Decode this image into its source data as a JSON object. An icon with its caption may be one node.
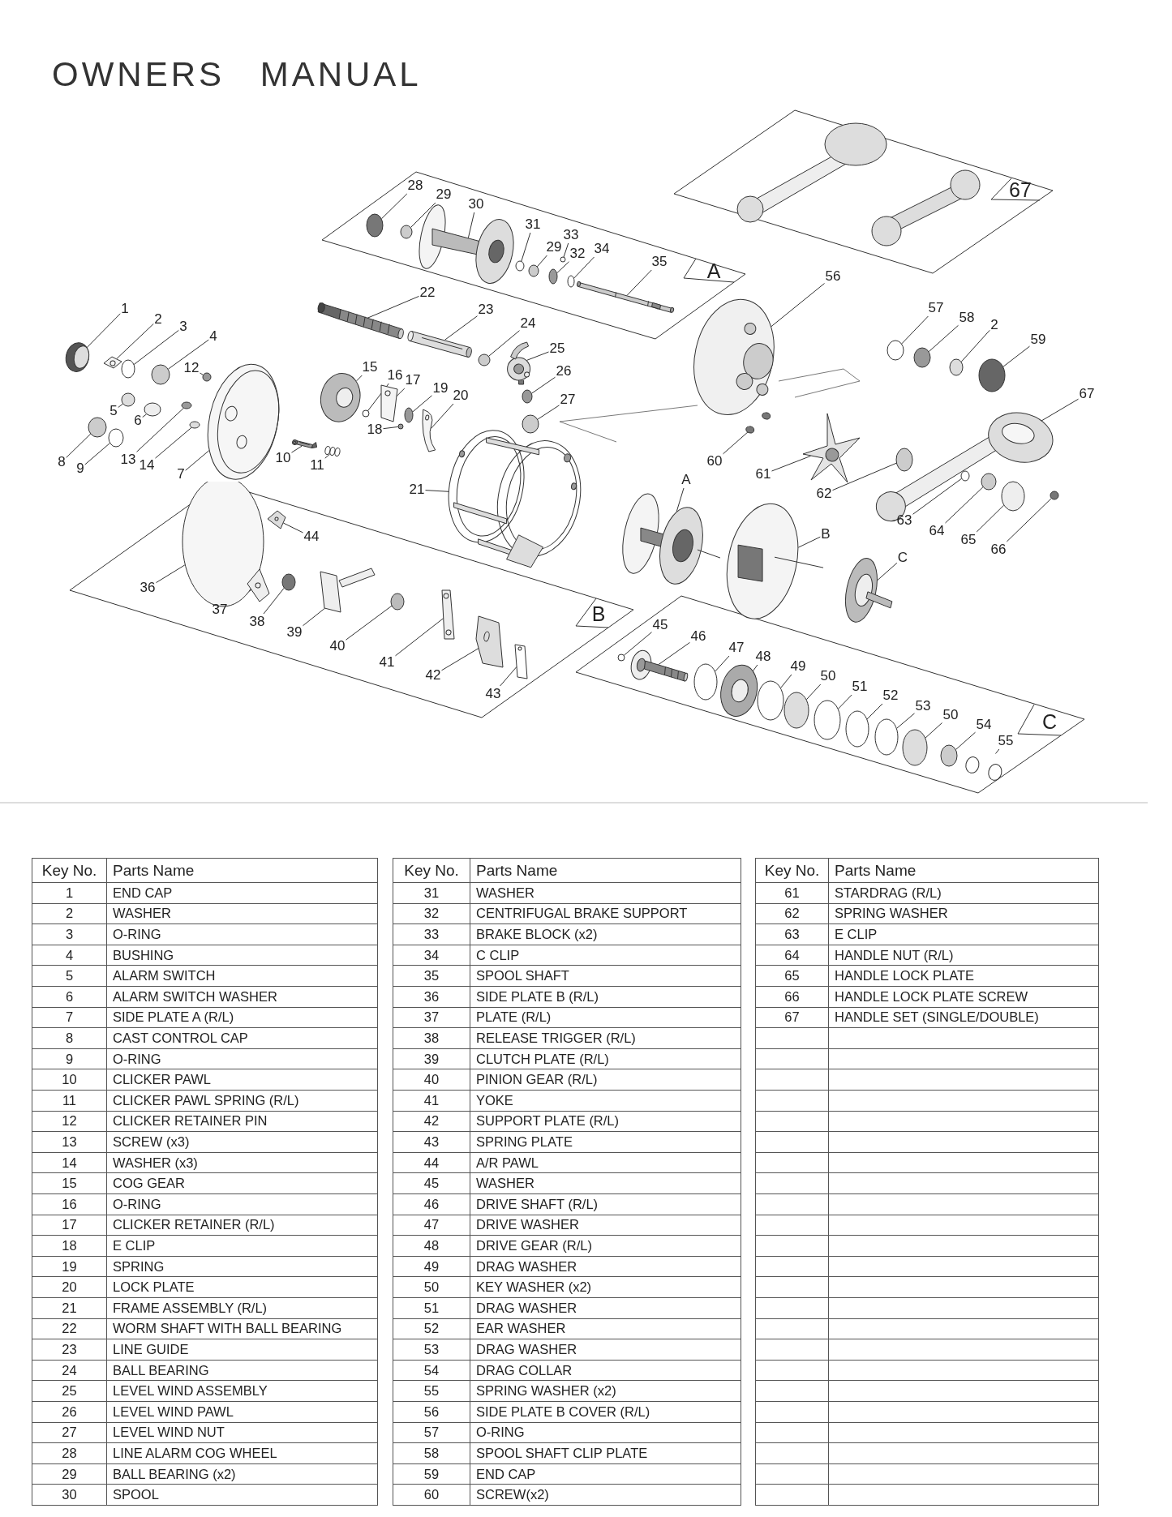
{
  "diagram": {
    "title": "OWNERS MANUAL",
    "nodes": [
      {
        "text": [
          "67"
        ]
      },
      {
        "text": [
          "A"
        ]
      },
      {
        "text": [
          "B"
        ]
      },
      {
        "text": [
          "C"
        ]
      },
      {
        "text": [
          "28"
        ],
        "in": 1
      },
      {
        "text": [
          "29"
        ],
        "in": 1
      },
      {
        "text": [
          "30"
        ],
        "in": 1
      },
      {
        "text": [
          "31"
        ],
        "in": 1
      },
      {
        "text": [
          "33"
        ],
        "in": 1
      },
      {
        "text": [
          "29"
        ],
        "in": 1
      },
      {
        "text": [
          "32"
        ],
        "in": 1
      },
      {
        "text": [
          "34"
        ],
        "in": 1
      },
      {
        "text": [
          "35"
        ],
        "in": 1
      },
      {
        "text": [
          "22"
        ]
      },
      {
        "text": [
          "23"
        ]
      },
      {
        "text": [
          "24"
        ]
      },
      {
        "text": [
          "25"
        ]
      },
      {
        "text": [
          "26"
        ]
      },
      {
        "text": [
          "27"
        ]
      },
      {
        "text": [
          "56"
        ]
      },
      {
        "text": [
          "57"
        ]
      },
      {
        "text": [
          "58"
        ]
      },
      {
        "text": [
          "2"
        ]
      },
      {
        "text": [
          "59"
        ]
      },
      {
        "text": [
          "1"
        ]
      },
      {
        "text": [
          "2"
        ]
      },
      {
        "text": [
          "3"
        ]
      },
      {
        "text": [
          "4"
        ]
      },
      {
        "text": [
          "12"
        ]
      },
      {
        "text": [
          "15"
        ]
      },
      {
        "text": [
          "16"
        ]
      },
      {
        "text": [
          "17"
        ]
      },
      {
        "text": [
          "19"
        ]
      },
      {
        "text": [
          "20"
        ]
      },
      {
        "text": [
          "5"
        ]
      },
      {
        "text": [
          "6"
        ]
      },
      {
        "text": [
          "18"
        ]
      },
      {
        "text": [
          "67"
        ]
      },
      {
        "text": [
          "8"
        ]
      },
      {
        "text": [
          "9"
        ]
      },
      {
        "text": [
          "13"
        ]
      },
      {
        "text": [
          "14"
        ]
      },
      {
        "text": [
          "7"
        ]
      },
      {
        "text": [
          "10"
        ]
      },
      {
        "text": [
          "11"
        ]
      },
      {
        "text": [
          "60"
        ]
      },
      {
        "text": [
          "61"
        ]
      },
      {
        "text": [
          "62"
        ]
      },
      {
        "text": [
          "21"
        ]
      },
      {
        "text": [
          "A"
        ]
      },
      {
        "text": [
          "63"
        ]
      },
      {
        "text": [
          "64"
        ]
      },
      {
        "text": [
          "65"
        ]
      },
      {
        "text": [
          "66"
        ]
      },
      {
        "text": [
          "B"
        ]
      },
      {
        "text": [
          "C"
        ]
      },
      {
        "text": [
          "44"
        ],
        "in": 2
      },
      {
        "text": [
          "36"
        ],
        "in": 2
      },
      {
        "text": [
          "37"
        ],
        "in": 2
      },
      {
        "text": [
          "38"
        ],
        "in": 2
      },
      {
        "text": [
          "39"
        ],
        "in": 2
      },
      {
        "text": [
          "40"
        ],
        "in": 2
      },
      {
        "text": [
          "41"
        ],
        "in": 2
      },
      {
        "text": [
          "42"
        ],
        "in": 2
      },
      {
        "text": [
          "43"
        ],
        "in": 2
      },
      {
        "text": [
          "45"
        ],
        "in": 3
      },
      {
        "text": [
          "46"
        ],
        "in": 3
      },
      {
        "text": [
          "47"
        ],
        "in": 3
      },
      {
        "text": [
          "48"
        ],
        "in": 3
      },
      {
        "text": [
          "49"
        ],
        "in": 3
      },
      {
        "text": [
          "50"
        ],
        "in": 3
      },
      {
        "text": [
          "51"
        ],
        "in": 3
      },
      {
        "text": [
          "52"
        ],
        "in": 3
      },
      {
        "text": [
          "53"
        ],
        "in": 3
      },
      {
        "text": [
          "50"
        ],
        "in": 3
      },
      {
        "text": [
          "54"
        ],
        "in": 3
      },
      {
        "text": [
          "55"
        ],
        "in": 3
      },
      {
        "text": [],
        "shape": "circle",
        "in": 1
      },
      {
        "text": [],
        "shape": "circle",
        "in": 1
      },
      {
        "text": [],
        "shape": "picture",
        "in": 1
      },
      {
        "text": [],
        "shape": "circle",
        "in": 1
      },
      {
        "text": [],
        "shape": "circle",
        "in": 1
      },
      {
        "text": [],
        "shape": "circle",
        "in": 1
      },
      {
        "text": [],
        "shape": "circle",
        "in": 1
      },
      {
        "text": [],
        "shape": "circle",
        "in": 1
      },
      {
        "text": [],
        "shape": "picture",
        "in": 1
      },
      {
        "text": [],
        "shape": "picture"
      },
      {
        "text": [],
        "shape": "picture"
      },
      {
        "text": [],
        "shape": "circle"
      },
      {
        "text": [],
        "shape": "picture"
      },
      {
        "text": [],
        "shape": "circle"
      },
      {
        "text": [],
        "shape": "circle"
      },
      {
        "text": [],
        "shape": "picture"
      },
      {
        "text": [],
        "shape": "circle"
      },
      {
        "text": [],
        "shape": "circle"
      },
      {
        "text": [],
        "shape": "circle"
      },
      {
        "text": [],
        "shape": "circle"
      },
      {
        "text": [],
        "shape": "picture"
      },
      {
        "text": [],
        "shape": "picture"
      },
      {
        "text": [],
        "shape": "circle"
      },
      {
        "text": [],
        "shape": "circle"
      },
      {
        "text": [],
        "shape": "circle"
      },
      {
        "text": [],
        "shape": "picture"
      },
      {
        "text": [],
        "shape": "circle"
      },
      {
        "text": [],
        "shape": "picture"
      },
      {
        "text": [],
        "shape": "circle"
      },
      {
        "text": [],
        "shape": "picture"
      },
      {
        "text": [],
        "shape": "circle"
      },
      {
        "text": [],
        "shape": "circle"
      },
      {
        "text": [],
        "shape": "circle"
      },
      {
        "text": [],
        "shape": "picture"
      },
      {
        "text": [],
        "shape": "circle"
      },
      {
        "text": [],
        "shape": "circle"
      },
      {
        "text": [],
        "shape": "circle"
      },
      {
        "text": [],
        "shape": "circle"
      },
      {
        "text": [],
        "shape": "picture"
      },
      {
        "text": [],
        "shape": "picture"
      },
      {
        "text": [],
        "shape": "picture"
      },
      {
        "text": [],
        "shape": "picture"
      },
      {
        "text": [],
        "shape": "picture"
      },
      {
        "text": [],
        "shape": "circle"
      },
      {
        "text": [],
        "shape": "picture"
      },
      {
        "text": [],
        "shape": "picture"
      },
      {
        "text": [],
        "shape": "circle"
      },
      {
        "text": [],
        "shape": "circle"
      },
      {
        "text": [],
        "shape": "circle"
      },
      {
        "text": [],
        "shape": "circle"
      },
      {
        "text": [],
        "shape": "picture"
      },
      {
        "text": [],
        "shape": "picture"
      },
      {
        "text": [],
        "shape": "picture",
        "in": 2
      },
      {
        "text": [],
        "shape": "circle",
        "in": 2
      },
      {
        "text": [],
        "shape": "picture",
        "in": 2
      },
      {
        "text": [],
        "shape": "circle",
        "in": 2
      },
      {
        "text": [],
        "shape": "picture",
        "in": 2
      },
      {
        "text": [],
        "shape": "circle",
        "in": 2
      },
      {
        "text": [],
        "shape": "picture",
        "in": 2
      },
      {
        "text": [],
        "shape": "picture",
        "in": 2
      },
      {
        "text": [],
        "shape": "picture",
        "in": 2
      },
      {
        "text": [],
        "shape": "circle",
        "in": 3
      },
      {
        "text": [],
        "shape": "picture",
        "in": 3
      },
      {
        "text": [],
        "shape": "circle",
        "in": 3
      },
      {
        "text": [],
        "shape": "picture",
        "in": 3
      },
      {
        "text": [],
        "shape": "circle",
        "in": 3
      },
      {
        "text": [],
        "shape": "circle",
        "in": 3
      },
      {
        "text": [],
        "shape": "circle",
        "in": 3
      },
      {
        "text": [],
        "shape": "circle",
        "in": 3
      },
      {
        "text": [],
        "shape": "circle",
        "in": 3
      },
      {
        "text": [],
        "shape": "circle",
        "in": 3
      },
      {
        "text": [],
        "shape": "circle",
        "in": 3
      },
      {
        "text": [],
        "shape": "picture",
        "in": 3
      }
    ],
    "edges": [
      {
        "from": 4,
        "to": 77,
        "arrow": "none"
      },
      {
        "from": 5,
        "to": 78,
        "arrow": "none"
      },
      {
        "from": 6,
        "to": 79,
        "arrow": "none"
      },
      {
        "from": 7,
        "to": 80,
        "arrow": "none"
      },
      {
        "from": 8,
        "to": 81,
        "arrow": "none"
      },
      {
        "from": 9,
        "to": 82,
        "arrow": "none"
      },
      {
        "from": 10,
        "to": 83,
        "arrow": "none"
      },
      {
        "from": 11,
        "to": 84,
        "arrow": "none"
      },
      {
        "from": 12,
        "to": 85,
        "arrow": "none"
      },
      {
        "from": 13,
        "to": 86,
        "arrow": "none"
      },
      {
        "from": 14,
        "to": 87,
        "arrow": "none"
      },
      {
        "from": 15,
        "to": 88,
        "arrow": "none"
      },
      {
        "from": 16,
        "to": 89,
        "arrow": "none"
      },
      {
        "from": 17,
        "to": 90,
        "arrow": "none"
      },
      {
        "from": 18,
        "to": 91,
        "arrow": "none"
      },
      {
        "from": 19,
        "to": 92,
        "arrow": "none"
      },
      {
        "from": 20,
        "to": 93,
        "arrow": "none"
      },
      {
        "from": 21,
        "to": 94,
        "arrow": "none"
      },
      {
        "from": 22,
        "to": 95,
        "arrow": "none"
      },
      {
        "from": 23,
        "to": 96,
        "arrow": "none"
      },
      {
        "from": 24,
        "to": 97,
        "arrow": "none"
      },
      {
        "from": 25,
        "to": 98,
        "arrow": "none"
      },
      {
        "from": 26,
        "to": 99,
        "arrow": "none"
      },
      {
        "from": 27,
        "to": 100,
        "arrow": "none"
      },
      {
        "from": 28,
        "to": 101,
        "arrow": "none"
      },
      {
        "from": 29,
        "to": 102,
        "arrow": "none"
      },
      {
        "from": 30,
        "to": 103,
        "arrow": "none"
      },
      {
        "from": 31,
        "to": 104,
        "arrow": "none"
      },
      {
        "from": 32,
        "to": 105,
        "arrow": "none"
      },
      {
        "from": 33,
        "to": 106,
        "arrow": "none"
      },
      {
        "from": 34,
        "to": 107,
        "arrow": "none"
      },
      {
        "from": 35,
        "to": 108,
        "arrow": "none"
      },
      {
        "from": 36,
        "to": 109,
        "arrow": "none"
      },
      {
        "from": 37,
        "to": 110,
        "arrow": "none"
      },
      {
        "from": 38,
        "to": 111,
        "arrow": "none"
      },
      {
        "from": 39,
        "to": 112,
        "arrow": "none"
      },
      {
        "from": 40,
        "to": 113,
        "arrow": "none"
      },
      {
        "from": 41,
        "to": 114,
        "arrow": "none"
      },
      {
        "from": 42,
        "to": 115,
        "arrow": "none"
      },
      {
        "from": 43,
        "to": 116,
        "arrow": "none"
      },
      {
        "from": 44,
        "to": 117,
        "arrow": "none"
      },
      {
        "from": 45,
        "to": 118,
        "arrow": "none"
      },
      {
        "from": 46,
        "to": 119,
        "arrow": "none"
      },
      {
        "from": 47,
        "to": 120,
        "arrow": "none"
      },
      {
        "from": 48,
        "to": 121,
        "arrow": "none"
      },
      {
        "from": 49,
        "to": 122,
        "arrow": "none"
      },
      {
        "from": 50,
        "to": 123,
        "arrow": "none"
      },
      {
        "from": 51,
        "to": 124,
        "arrow": "none"
      },
      {
        "from": 52,
        "to": 125,
        "arrow": "none"
      },
      {
        "from": 53,
        "to": 126,
        "arrow": "none"
      },
      {
        "from": 54,
        "to": 127,
        "arrow": "none"
      },
      {
        "from": 55,
        "to": 128,
        "arrow": "none"
      },
      {
        "from": 56,
        "to": 129,
        "arrow": "none"
      },
      {
        "from": 57,
        "to": 130,
        "arrow": "none"
      },
      {
        "from": 58,
        "to": 131,
        "arrow": "none"
      },
      {
        "from": 59,
        "to": 132,
        "arrow": "none"
      },
      {
        "from": 60,
        "to": 133,
        "arrow": "none"
      },
      {
        "from": 61,
        "to": 134,
        "arrow": "none"
      },
      {
        "from": 62,
        "to": 135,
        "arrow": "none"
      },
      {
        "from": 63,
        "to": 136,
        "arrow": "none"
      },
      {
        "from": 64,
        "to": 137,
        "arrow": "none"
      },
      {
        "from": 65,
        "to": 138,
        "arrow": "none"
      },
      {
        "from": 66,
        "to": 139,
        "arrow": "none"
      },
      {
        "from": 67,
        "to": 140,
        "arrow": "none"
      },
      {
        "from": 68,
        "to": 141,
        "arrow": "none"
      },
      {
        "from": 69,
        "to": 142,
        "arrow": "none"
      },
      {
        "from": 70,
        "to": 143,
        "arrow": "none"
      },
      {
        "from": 71,
        "to": 144,
        "arrow": "none"
      },
      {
        "from": 72,
        "to": 145,
        "arrow": "none"
      },
      {
        "from": 73,
        "to": 146,
        "arrow": "none"
      },
      {
        "from": 74,
        "to": 147,
        "arrow": "none"
      },
      {
        "from": 75,
        "to": 148,
        "arrow": "none"
      },
      {
        "from": 76,
        "to": 149,
        "arrow": "none"
      }
    ],
    "labels": [
      "Key No.",
      "Parts Name",
      "Key No.",
      "Parts Name",
      "Key No.",
      "Parts Name",
      "1",
      "END CAP",
      "31",
      "WASHER",
      "61",
      "STARDRAG (R/L)",
      "2",
      "WASHER",
      "32",
      "CENTRIFUGAL BRAKE SUPPORT",
      "62",
      "SPRING WASHER",
      "3",
      "O-RING",
      "33",
      "BRAKE BLOCK (x2)",
      "63",
      "E CLIP",
      "4",
      "BUSHING",
      "34",
      "C CLIP",
      "64",
      "HANDLE NUT (R/L)",
      "5",
      "ALARM SWITCH",
      "35",
      "SPOOL SHAFT",
      "65",
      "HANDLE LOCK PLATE",
      "6",
      "ALARM SWITCH WASHER",
      "36",
      "SIDE PLATE B (R/L)",
      "66",
      "HANDLE LOCK PLATE SCREW",
      "7",
      "SIDE PLATE A (R/L)",
      "37",
      "PLATE (R/L)",
      "67",
      "HANDLE SET (SINGLE/DOUBLE)",
      "8",
      "CAST CONTROL CAP",
      "38",
      "RELEASE TRIGGER (R/L)",
      "9",
      "O-RING",
      "39",
      "CLUTCH PLATE (R/L)",
      "10",
      "CLICKER PAWL",
      "40",
      "PINION GEAR (R/L)",
      "11",
      "CLICKER PAWL SPRING (R/L)",
      "41",
      "YOKE",
      "12",
      "CLICKER RETAINER PIN",
      "42",
      "SUPPORT PLATE (R/L)",
      "13",
      "SCREW (x3)",
      "43",
      "SPRING PLATE",
      "14",
      "WASHER (x3)",
      "44",
      "A/R PAWL",
      "15",
      "COG GEAR",
      "45",
      "WASHER",
      "16",
      "O-RING",
      "46",
      "DRIVE SHAFT (R/L)",
      "17",
      "CLICKER RETAINER (R/L)",
      "47",
      "DRIVE WASHER",
      "18",
      "E CLIP",
      "48",
      "DRIVE GEAR (R/L)",
      "19",
      "SPRING",
      "49",
      "DRAG WASHER",
      "20",
      "LOCK PLATE",
      "50",
      "KEY WASHER (x2)",
      "21",
      "FRAME ASSEMBLY (R/L)",
      "51",
      "DRAG WASHER",
      "22",
      "WORM SHAFT WITH BALL BEARING",
      "52",
      "EAR WASHER",
      "23",
      "LINE GUIDE",
      "53",
      "DRAG WASHER",
      "24",
      "BALL BEARING",
      "54",
      "DRAG COLLAR",
      "25",
      "LEVEL WIND ASSEMBLY",
      "55",
      "SPRING WASHER (x2)",
      "26",
      "LEVEL WIND PAWL",
      "56",
      "SIDE PLATE B COVER (R/L)",
      "27",
      "LEVEL WIND NUT",
      "57",
      "O-RING",
      "28",
      "LINE ALARM COG WHEEL",
      "58",
      "SPOOL SHAFT CLIP PLATE",
      "29",
      "BALL BEARING (x2)",
      "59",
      "END CAP",
      "30",
      "SPOOL",
      "60",
      "SCREW(x2)"
    ]
  }
}
